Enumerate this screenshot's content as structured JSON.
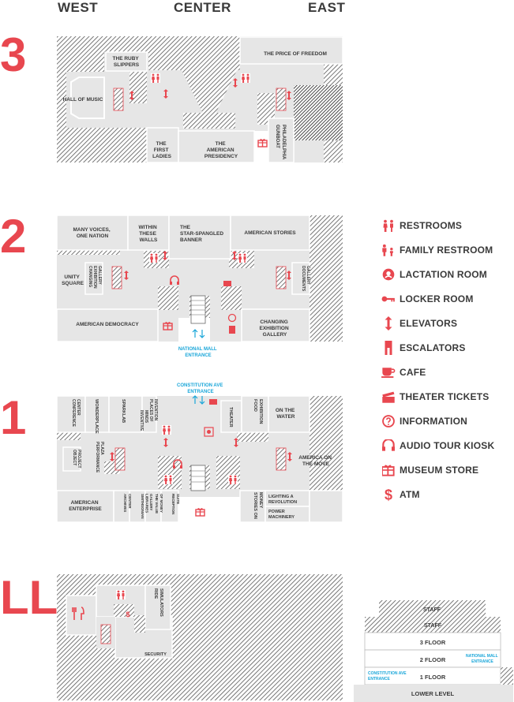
{
  "directions": {
    "west": "WEST",
    "center": "CENTER",
    "east": "EAST"
  },
  "floors": {
    "third": "3",
    "second": "2",
    "first": "1",
    "lower": "LL"
  },
  "floor3": {
    "ruby": [
      "THE RUBY",
      "SLIPPERS"
    ],
    "hall": "HALL OF MUSIC",
    "freedom": "THE PRICE OF FREEDOM",
    "first_ladies": [
      "THE",
      "FIRST",
      "LADIES"
    ],
    "presidency": [
      "THE",
      "AMERICAN",
      "PRESIDENCY"
    ],
    "gunboat": [
      "GUNBOAT",
      "PHILADELPHIA"
    ]
  },
  "floor2": {
    "many_voices": [
      "MANY VOICES,",
      "ONE NATION"
    ],
    "within": [
      "WITHIN",
      "THESE",
      "WALLS"
    ],
    "banner": [
      "THE",
      "STAR-SPANGLED",
      "BANNER"
    ],
    "stories": "AMERICAN STORIES",
    "unity": [
      "UNITY",
      "SQUARE"
    ],
    "changing_left": [
      "CHANGING",
      "EXHIBITION",
      "GALLERY"
    ],
    "documents": [
      "DOCUMENTS",
      "GALLERY"
    ],
    "democracy": "AMERICAN DEMOCRACY",
    "changing_right": [
      "CHANGING",
      "EXHIBITION",
      "GALLERY"
    ],
    "entrance": [
      "NATIONAL MALL",
      "ENTRANCE"
    ]
  },
  "floor1": {
    "entrance": [
      "CONSTITUTION AVE",
      "ENTRANCE"
    ],
    "conference": [
      "CONFERENCE",
      "CENTER"
    ],
    "wonderplace": "WONDERPLACE",
    "sparklab": "SPARKLAB",
    "places": [
      "PLACES OF",
      "INVENTION"
    ],
    "inventive": [
      "INVENTIVE",
      "MINDS"
    ],
    "theater": "THEATER",
    "food": [
      "FOOD",
      "EXHIBITION"
    ],
    "water": [
      "ON THE",
      "WATER"
    ],
    "object": [
      "OBJECT",
      "PROJECT"
    ],
    "performance": [
      "PERFORMANCE",
      "PLAZA"
    ],
    "move": [
      "AMERICA ON",
      "THE MOVE"
    ],
    "enterprise": [
      "AMERICAN",
      "ENTERPRISE"
    ],
    "archives": [
      "ARCHIVES",
      "CENTER"
    ],
    "smithsonian": [
      "SMITHSONIAN",
      "LIBRARIES",
      "GALLERY"
    ],
    "value": [
      "THE VALUE",
      "OF MONEY"
    ],
    "reception": [
      "RECEPTION",
      "SUITE"
    ],
    "stories_money": [
      "STORIES ON",
      "MONEY"
    ],
    "lighting": [
      "LIGHTING A",
      "REVOLUTION"
    ],
    "power": [
      "POWER",
      "MACHINERY"
    ]
  },
  "lower": {
    "ride": [
      "RIDE",
      "SIMULATORS"
    ],
    "security": "SECURITY"
  },
  "legend": [
    {
      "icon": "restroom-icon",
      "label": "RESTROOMS"
    },
    {
      "icon": "family-restroom-icon",
      "label": "FAMILY RESTROOM"
    },
    {
      "icon": "lactation-icon",
      "label": "LACTATION ROOM"
    },
    {
      "icon": "locker-key-icon",
      "label": "LOCKER ROOM"
    },
    {
      "icon": "elevator-icon",
      "label": "ELEVATORS"
    },
    {
      "icon": "escalator-icon",
      "label": "ESCALATORS"
    },
    {
      "icon": "cafe-icon",
      "label": "CAFE"
    },
    {
      "icon": "theater-ticket-icon",
      "label": "THEATER TICKETS"
    },
    {
      "icon": "information-icon",
      "label": "INFORMATION"
    },
    {
      "icon": "audio-tour-icon",
      "label": "AUDIO TOUR KIOSK"
    },
    {
      "icon": "gift-icon",
      "label": "MUSEUM STORE"
    },
    {
      "icon": "atm-icon",
      "label": "ATM"
    }
  ],
  "section": {
    "staff_top": "STAFF",
    "staff": "STAFF",
    "floor3": "3 FLOOR",
    "floor2": "2 FLOOR",
    "floor1": "1 FLOOR",
    "lower": "LOWER LEVEL",
    "mall_entrance": [
      "NATIONAL MALL",
      "ENTRANCE"
    ],
    "const_entrance": [
      "CONSTITUTION AVE",
      "ENTRANCE"
    ]
  },
  "colors": {
    "accent": "#e8474f",
    "entrance": "#19a6d9",
    "text": "#3a3a3a",
    "room": "#e6e6e6",
    "hatch": "#555555"
  }
}
